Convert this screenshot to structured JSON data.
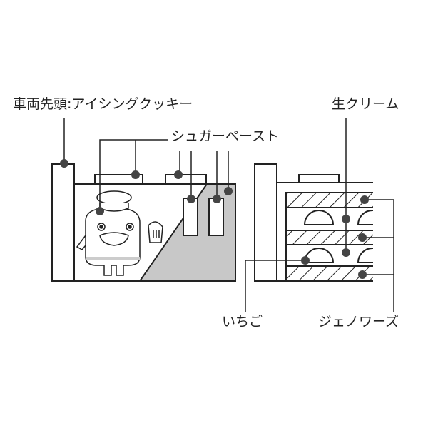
{
  "labels": {
    "front": "車両先頭:アイシングクッキー",
    "sugar_paste": "シュガーペースト",
    "cream": "生クリーム",
    "strawberry": "いちご",
    "genoise": "ジェノワーズ"
  },
  "colors": {
    "line": "#222222",
    "dot": "#444444",
    "fill": "#c8c8c8"
  }
}
